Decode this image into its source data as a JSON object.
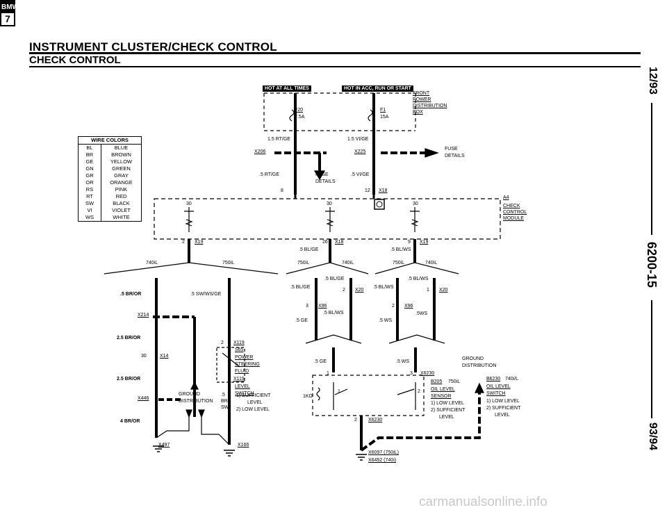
{
  "header": {
    "logo_text": "BMW",
    "logo_number": "7",
    "title": "INSTRUMENT CLUSTER/CHECK CONTROL",
    "subtitle": "CHECK CONTROL"
  },
  "side_labels": {
    "date": "12/93",
    "page": "6200-15",
    "model_year": "93/94"
  },
  "wire_colors": {
    "heading": "WIRE COLORS",
    "rows": [
      {
        "code": "BL",
        "name": "BLUE"
      },
      {
        "code": "BR",
        "name": "BROWN"
      },
      {
        "code": "GE",
        "name": "YELLOW"
      },
      {
        "code": "GN",
        "name": "GREEN"
      },
      {
        "code": "GR",
        "name": "GRAY"
      },
      {
        "code": "OR",
        "name": "ORANGE"
      },
      {
        "code": "RS",
        "name": "PINK"
      },
      {
        "code": "RT",
        "name": "RED"
      },
      {
        "code": "SW",
        "name": "BLACK"
      },
      {
        "code": "VI",
        "name": "VIOLET"
      },
      {
        "code": "WS",
        "name": "WHITE"
      }
    ]
  },
  "fuse_box": {
    "hot_at_all_times": "HOT AT ALL TIMES",
    "hot_in_acc": "HOT IN ACC, RUN OR START",
    "fuse_left": "F20",
    "fuse_left_rating": "7.5A",
    "fuse_right": "F1",
    "fuse_right_rating": "15A",
    "box_label": [
      "FRONT",
      "POWER",
      "DISTRIBUTION",
      "BOX"
    ]
  },
  "labels": {
    "wire_15_rtge": "1.5 RT/GE",
    "wire_15_vige": "1.5 VI/GE",
    "x206": "X206",
    "x225": "X225",
    "fuse_details": "FUSE",
    "fuse_details2": "DETAILS",
    "wire_5_rtge": ".5 RT/GE",
    "wire_5_vige": ".5 VI/GE",
    "pin8": "8",
    "pin12": "12",
    "x18": "X18",
    "a4": "A4",
    "check_control_module": [
      "CHECK",
      "CONTROL",
      "MODULE"
    ],
    "pin30a": "30",
    "pin30b": "30",
    "pin30c": "30",
    "pin2": "2",
    "x19a": "X19",
    "pin26": "26",
    "x18b": "X18",
    "pin9": "9",
    "x19b": "X19",
    "wire_5_blge": ".5 BL/GE",
    "wire_5_blws": ".5 BL/WS",
    "m740il_a": "740iL",
    "m750il_a": "750iL",
    "m750il_b": "750iL",
    "m740il_b": "740iL",
    "m750il_c": "750iL",
    "m740il_c": "740iL",
    "wire_5_bror": ".5 BR/OR",
    "wire_5_swwsge": ".5 SW/WS/GE",
    "x214": "X214",
    "wire_25_bror_a": "2.5 BR/OR",
    "pin30d": "30",
    "x14": "X14",
    "wire_25_bror_b": "2.5 BR/OR",
    "x446": "X446",
    "ground_distribution": [
      "GROUND",
      "DISTRIBUTION"
    ],
    "wire_4_bror": "4 BR/OR",
    "x497": "X497",
    "x166": "X166",
    "pin2b": "2",
    "x119a": "X119",
    "s65": "S65",
    "power_steering_fluid": [
      "POWER",
      "STEERING",
      "FLUID"
    ],
    "x119b": "X119",
    "level_switch": [
      "LEVEL",
      "SWITCH"
    ],
    "wire_5_brsw": ".5",
    "wire_brsw2": "BR/",
    "wire_brsw3": "SW",
    "sufficient_level": "1) SUFFICIENT",
    "sufficient_level2": "LEVEL",
    "low_level": "2) LOW LEVEL",
    "pin1": "1",
    "pin2c": "2",
    "wire_5_blge_b": ".5 BL/GE",
    "x20a": "X20",
    "wire_5_blws_b": ".5 BL/WS",
    "pin1b": "1",
    "x20b": "X20",
    "pin3": "3",
    "x96a": "X96",
    "wire_5_blws_c": ".5 BL/WS",
    "wire_5_ge": ".5 GE",
    "pin2d": "2",
    "x96b": "X96",
    "wire_5ws": ".5WS",
    "wire_5_ws": ".5 WS",
    "wire_5_ge_b": ".5 GE",
    "wire_5_ws_b": ".5 WS",
    "pin1c": "1",
    "pin3b": "3",
    "x6230a": "X6230",
    "ground_dist_right": [
      "GROUND",
      "DISTRIBUTION"
    ],
    "b205": "B205",
    "m750il_d": "750iL",
    "oil_level_sensor": [
      "OIL LEVEL",
      "SENSOR"
    ],
    "low_level_b": "1) LOW LEVEL",
    "sufficient_b": "2) SUFFICIENT",
    "level_b": "LEVEL",
    "b6230": "B6230",
    "m740il_d": "740i/L",
    "oil_level_switch": [
      "OIL LEVEL",
      "SWITCH"
    ],
    "low_level_c": "1) LOW LEVEL",
    "sufficient_c": "2) SUFFICIENT",
    "level_c": "LEVEL",
    "one_kohm": "1KΩ",
    "pin1d": "1",
    "pin2e": "2",
    "pin2f": "2",
    "x6230b": "X6230",
    "x6097": "X6097 (750iL)",
    "x6452": "X6452 (740i)"
  },
  "watermark": "carmanualsonline.info"
}
